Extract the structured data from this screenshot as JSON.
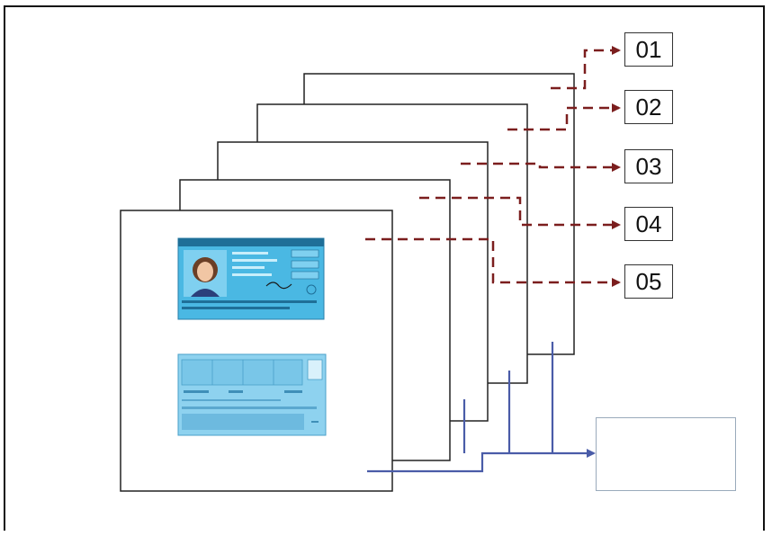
{
  "layers": [
    {
      "label": "01"
    },
    {
      "label": "02"
    },
    {
      "label": "03"
    },
    {
      "label": "04"
    },
    {
      "label": "05"
    }
  ],
  "colors": {
    "dashed_arrow": "#7b1e1e",
    "blue_connector": "#4a5ca8",
    "card_blue": "#45b6e0",
    "card_blue_light": "#8ed2ef"
  }
}
